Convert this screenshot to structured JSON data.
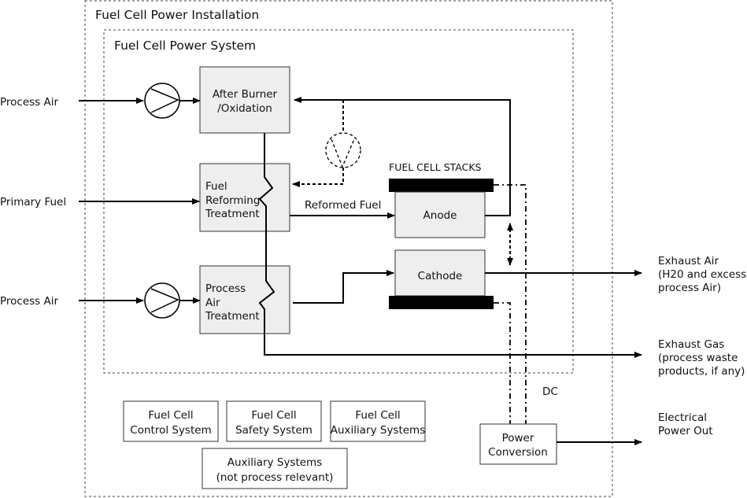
{
  "installation": {
    "title": "Fuel Cell Power Installation"
  },
  "system": {
    "title": "Fuel Cell Power System"
  },
  "inputs": {
    "process_air_top": "Process Air",
    "primary_fuel": "Primary Fuel",
    "process_air_bottom": "Process Air"
  },
  "boxes": {
    "after_burner": [
      "After Burner",
      "/Oxidation"
    ],
    "fuel_reforming": [
      "Fuel",
      "Reforming",
      "Treatment"
    ],
    "process_air_treatment": [
      "Process",
      "Air",
      "Treatment"
    ],
    "anode": "Anode",
    "cathode": "Cathode",
    "power_conversion": [
      "Power",
      "Conversion"
    ],
    "control_system": [
      "Fuel Cell",
      "Control System"
    ],
    "safety_system": [
      "Fuel Cell",
      "Safety System"
    ],
    "auxiliary_systems": [
      "Fuel Cell",
      "Auxiliary Systems"
    ],
    "aux_not_relevant": [
      "Auxiliary Systems",
      "(not process relevant)"
    ]
  },
  "stacks_label": "FUEL CELL STACKS",
  "reformed_fuel_label": "Reformed Fuel",
  "dc_label": "DC",
  "outputs": {
    "exhaust_air": [
      "Exhaust Air",
      "(H20 and excess",
      "process Air)"
    ],
    "exhaust_gas": [
      "Exhaust Gas",
      "(process waste",
      "products, if any)"
    ],
    "electrical_power": [
      "Electrical",
      "Power Out"
    ]
  }
}
